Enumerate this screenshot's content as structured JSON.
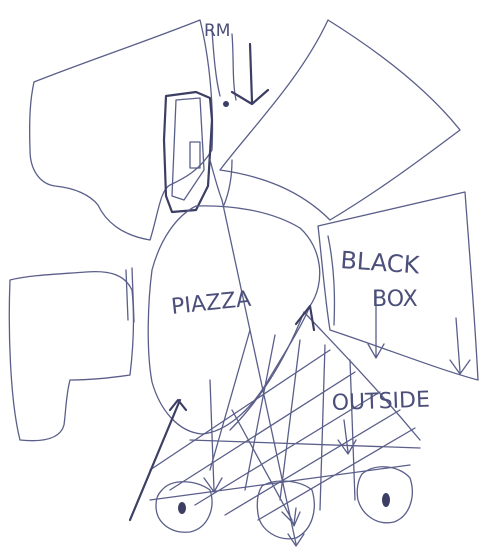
{
  "labels": {
    "rm": "RM",
    "piazza": "PIAZZA",
    "black": "BLACK",
    "box": "BOX",
    "outside": "OUTSIDE"
  },
  "colors": {
    "ink": "#5a5f8a",
    "paper": "#ffffff"
  }
}
